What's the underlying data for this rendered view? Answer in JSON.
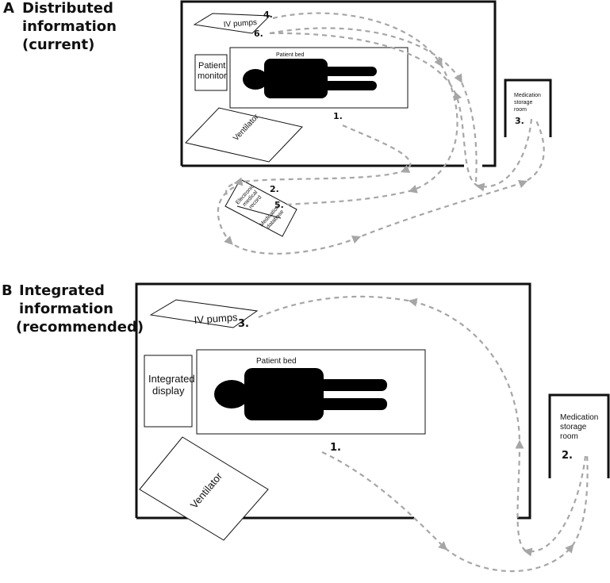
{
  "panel_a": {
    "letter": "A",
    "title_line1": "Distributed",
    "title_line2": "information",
    "title_line3": "(current)",
    "iv_pumps": "IV pumps",
    "patient_monitor_line1": "Patient",
    "patient_monitor_line2": "monitor",
    "patient_bed": "Patient bed",
    "ventilator": "Ventilator",
    "med_storage_line1": "Medication",
    "med_storage_line2": "storage",
    "med_storage_line3": "room",
    "emr_line1": "Electronic",
    "emr_line2": "medical",
    "emr_line3": "record",
    "med_db_line1": "Medication",
    "med_db_line2": "database",
    "step1": "1.",
    "step2": "2.",
    "step3": "3.",
    "step4": "4.",
    "step5": "5.",
    "step6": "6."
  },
  "panel_b": {
    "letter": "B",
    "title_line1": "Integrated",
    "title_line2": "information",
    "title_line3": "(recommended)",
    "iv_pumps": "IV pumps",
    "integrated_display_line1": "Integrated",
    "integrated_display_line2": "display",
    "patient_bed": "Patient bed",
    "ventilator": "Ventilator",
    "med_storage_line1": "Medication",
    "med_storage_line2": "storage",
    "med_storage_line3": "room",
    "step1": "1.",
    "step2": "2.",
    "step3": "3."
  },
  "colors": {
    "path": "#a6a6a6",
    "ink": "#111111"
  }
}
